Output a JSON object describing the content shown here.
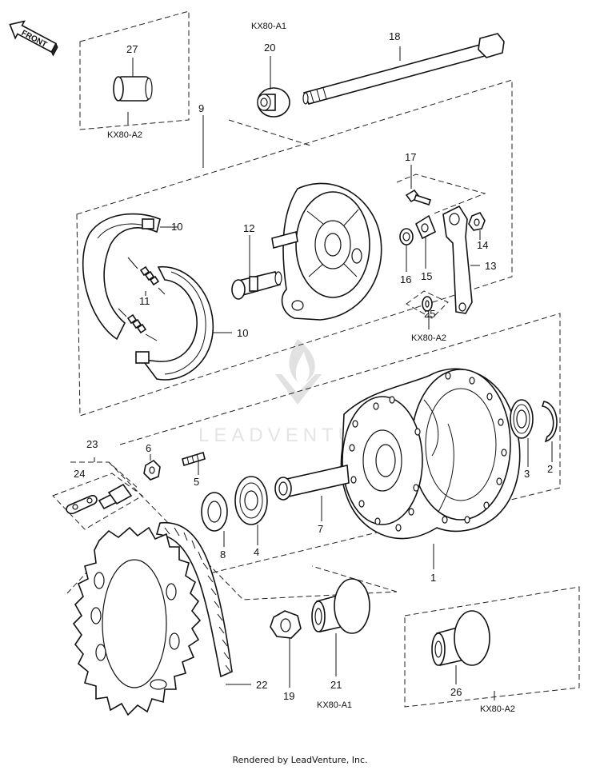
{
  "front_badge": "FRONT",
  "callouts": {
    "c1": "1",
    "c2": "2",
    "c3": "3",
    "c4": "4",
    "c5": "5",
    "c6": "6",
    "c7": "7",
    "c8": "8",
    "c9": "9",
    "c10a": "10",
    "c10b": "10",
    "c11": "11",
    "c12": "12",
    "c13": "13",
    "c14": "14",
    "c15": "15",
    "c16": "16",
    "c17": "17",
    "c18": "18",
    "c19": "19",
    "c20": "20",
    "c21": "21",
    "c22": "22",
    "c23": "23",
    "c24": "24",
    "c25": "25",
    "c26": "26",
    "c27": "27"
  },
  "model_codes": {
    "top_20": "KX80-A1",
    "box_27": "KX80-A2",
    "box_25": "KX80-A2",
    "bottom_21": "KX80-A1",
    "box_26": "KX80-A2"
  },
  "watermark": "LEADVENTURE",
  "footer": "Rendered by LeadVenture, Inc."
}
